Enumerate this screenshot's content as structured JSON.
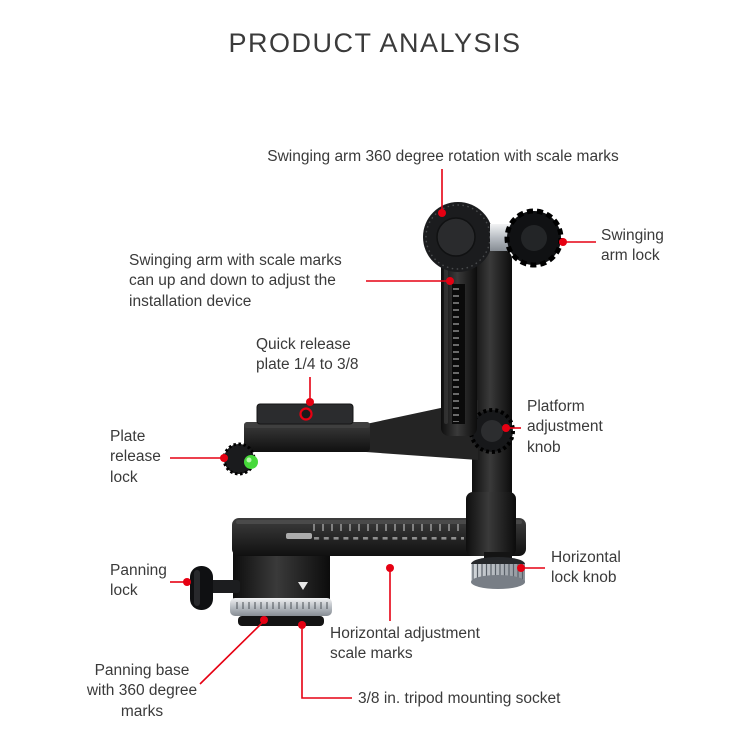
{
  "page": {
    "title": "PRODUCT ANALYSIS"
  },
  "colors": {
    "accent": "#e60012",
    "text": "#3a3a3a",
    "background": "#ffffff",
    "level_green": "#46d93a"
  },
  "annotations": {
    "swinging_arm_rotation": "Swinging arm 360 degree rotation with scale marks",
    "swinging_arm_lock": "Swinging\narm lock",
    "swinging_arm_scale_marks": "Swinging arm with scale marks\ncan up and down to adjust the\ninstallation device",
    "quick_release_plate": "Quick release\nplate 1/4 to 3/8",
    "platform_adjustment_knob": "Platform\nadjustment\nknob",
    "plate_release_lock": "Plate\nrelease\nlock",
    "panning_lock": "Panning\nlock",
    "horizontal_lock_knob": "Horizontal\nlock knob",
    "horizontal_adjustment_scale_marks": "Horizontal adjustment\nscale marks",
    "panning_base": "Panning base\nwith 360 degree\nmarks",
    "tripod_mounting_socket": "3/8 in. tripod mounting socket"
  }
}
